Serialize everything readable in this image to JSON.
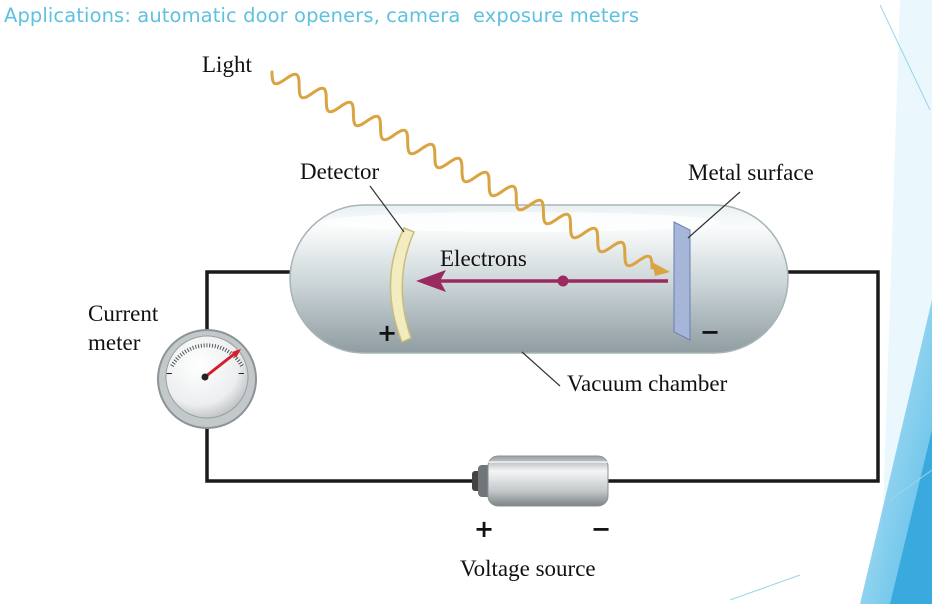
{
  "slide": {
    "title": "Applications: automatic door openers, camera  exposure meters",
    "title_color": "#5fc1e0"
  },
  "diagram": {
    "labels": {
      "light": "Light",
      "detector": "Detector",
      "metal_surface": "Metal surface",
      "electrons": "Electrons",
      "current_meter_line1": "Current",
      "current_meter_line2": "meter",
      "vacuum_chamber": "Vacuum chamber",
      "voltage_source": "Voltage source"
    },
    "signs": {
      "tube_plus": "+",
      "tube_minus": "−",
      "battery_plus": "+",
      "battery_minus": "−",
      "meter_minus_left": "–",
      "meter_minus_right": "–"
    },
    "colors": {
      "light_wave": "#d9a441",
      "electron_arrow": "#9b2a5e",
      "wire": "#1a1a1a",
      "accent": "#5fc1e0"
    }
  }
}
